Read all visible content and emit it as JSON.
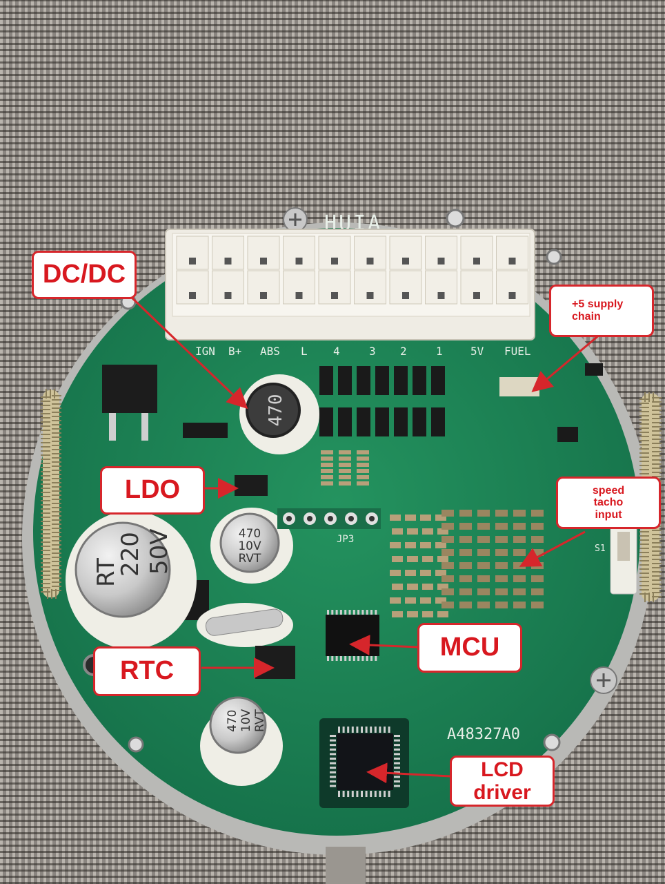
{
  "callouts": {
    "dcdc": "DC/DC",
    "supply": "+5 supply\nchain",
    "ldo": "LDO",
    "speed": "speed\ntacho\ninput",
    "mcu": "MCU",
    "rtc": "RTC",
    "lcd": "LCD\ndriver"
  },
  "board": {
    "logo": "HUIA",
    "code": "A48327A0",
    "connector_labels": [
      "IGN",
      "B+",
      "ABS",
      "L",
      "4",
      "3",
      "2",
      "1",
      "5V",
      "FUEL"
    ],
    "inductor": "470",
    "cap_large": [
      "RT",
      "220",
      "50V"
    ],
    "cap_small": [
      "470",
      "10V",
      "RVT"
    ],
    "header": "JP3",
    "switch": "S1",
    "colors": {
      "pcb": "#1f8a5a",
      "silk": "#e8efe8",
      "callout_border": "#d6262b",
      "callout_text": "#d8181f",
      "arrow": "#d6262b"
    }
  }
}
